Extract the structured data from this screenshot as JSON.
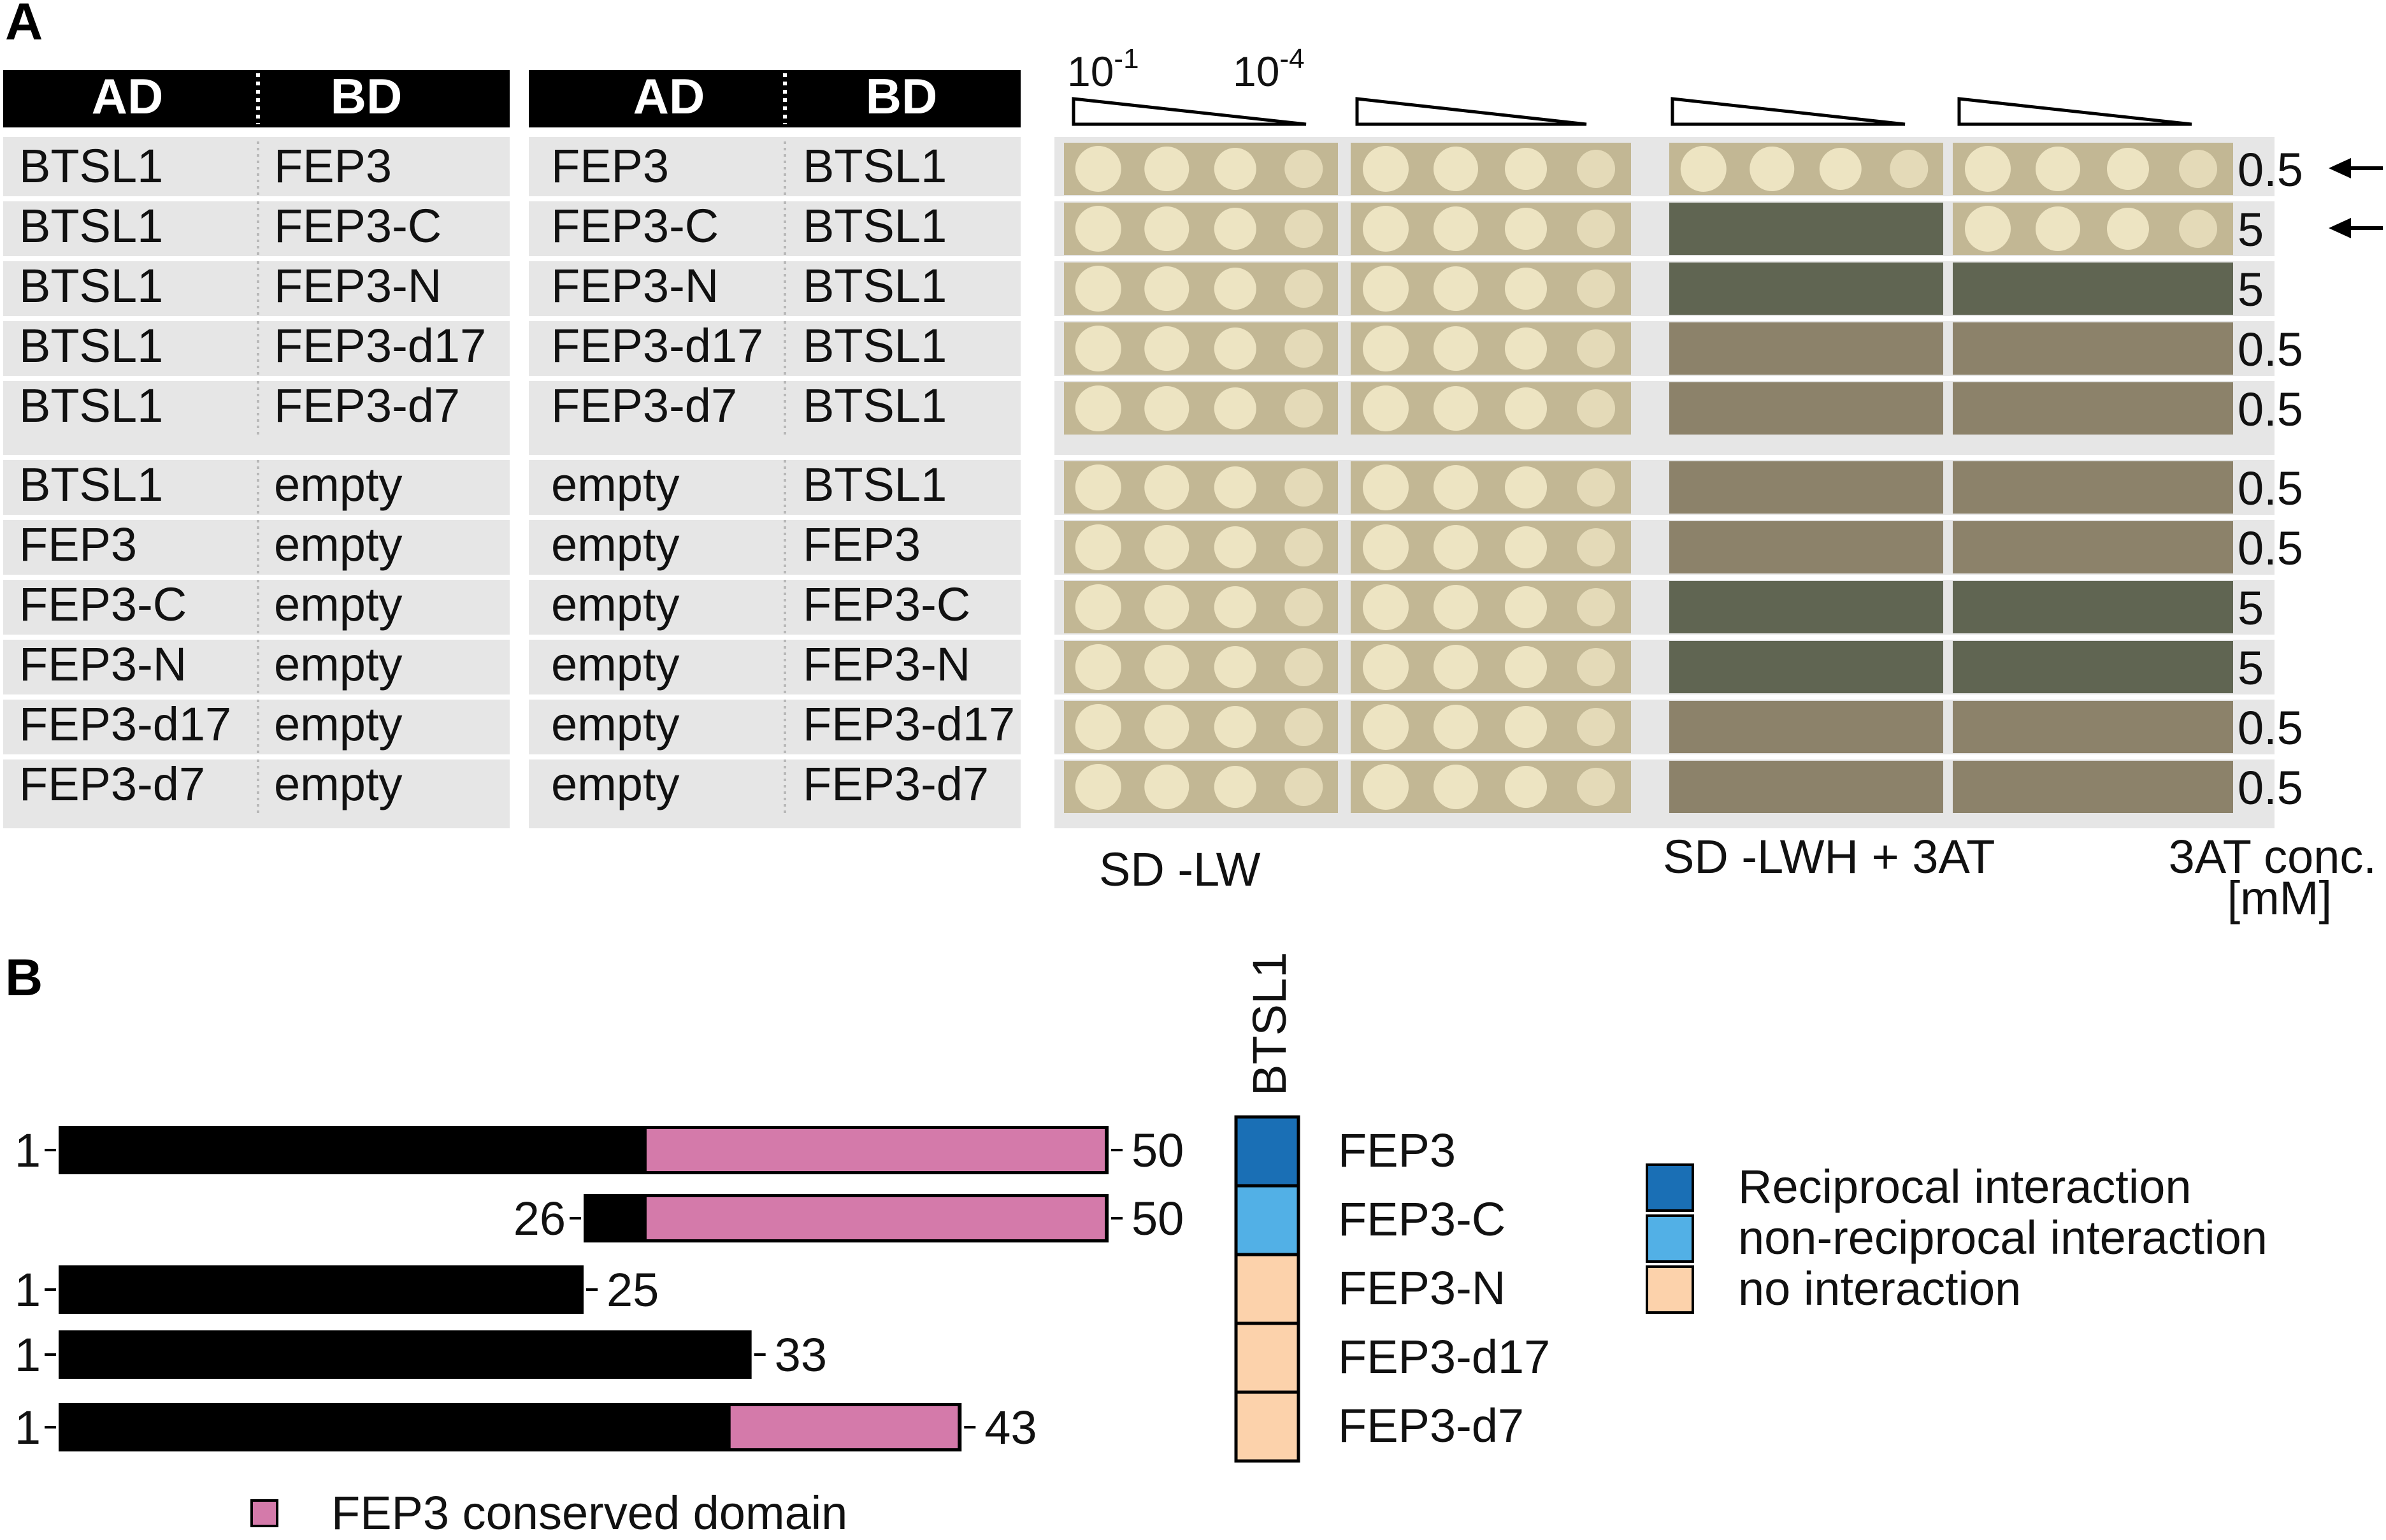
{
  "panel_a": {
    "label": "A",
    "header_left": {
      "ad": "AD",
      "bd": "BD"
    },
    "header_right": {
      "ad": "AD",
      "bd": "BD"
    },
    "dilution_start": "10",
    "dilution_start_exp": "-1",
    "dilution_end": "10",
    "dilution_end_exp": "-4",
    "rows": [
      {
        "ad1": "BTSL1",
        "bd1": "FEP3",
        "ad2": "FEP3",
        "bd2": "BTSL1",
        "conc": "0.5",
        "arrow": true,
        "growth": [
          1,
          1
        ]
      },
      {
        "ad1": "BTSL1",
        "bd1": "FEP3-C",
        "ad2": "FEP3-C",
        "bd2": "BTSL1",
        "conc": "5",
        "arrow": true,
        "growth": [
          0,
          1
        ]
      },
      {
        "ad1": "BTSL1",
        "bd1": "FEP3-N",
        "ad2": "FEP3-N",
        "bd2": "BTSL1",
        "conc": "5",
        "arrow": false,
        "growth": [
          0,
          0
        ]
      },
      {
        "ad1": "BTSL1",
        "bd1": "FEP3-d17",
        "ad2": "FEP3-d17",
        "bd2": "BTSL1",
        "conc": "0.5",
        "arrow": false,
        "growth": [
          0,
          0
        ]
      },
      {
        "ad1": "BTSL1",
        "bd1": "FEP3-d7",
        "ad2": "FEP3-d7",
        "bd2": "BTSL1",
        "conc": "0.5",
        "arrow": false,
        "growth": [
          0,
          0
        ]
      },
      {
        "ad1": "BTSL1",
        "bd1": "empty",
        "ad2": "empty",
        "bd2": "BTSL1",
        "conc": "0.5",
        "arrow": false,
        "growth": [
          0,
          0
        ]
      },
      {
        "ad1": "FEP3",
        "bd1": "empty",
        "ad2": "empty",
        "bd2": "FEP3",
        "conc": "0.5",
        "arrow": false,
        "growth": [
          0,
          0
        ]
      },
      {
        "ad1": "FEP3-C",
        "bd1": "empty",
        "ad2": "empty",
        "bd2": "FEP3-C",
        "conc": "5",
        "arrow": false,
        "growth": [
          0,
          0
        ]
      },
      {
        "ad1": "FEP3-N",
        "bd1": "empty",
        "ad2": "empty",
        "bd2": "FEP3-N",
        "conc": "5",
        "arrow": false,
        "growth": [
          0,
          0
        ]
      },
      {
        "ad1": "FEP3-d17",
        "bd1": "empty",
        "ad2": "empty",
        "bd2": "FEP3-d17",
        "conc": "0.5",
        "arrow": false,
        "growth": [
          0,
          0
        ]
      },
      {
        "ad1": "FEP3-d7",
        "bd1": "empty",
        "ad2": "empty",
        "bd2": "FEP3-d7",
        "conc": "0.5",
        "arrow": false,
        "growth": [
          0,
          0
        ]
      }
    ],
    "sd_lw_label": "SD -LW",
    "sd_lwh_label": "SD -LWH + 3AT",
    "conc_label_1": "3AT conc.",
    "conc_label_2": "[mM]",
    "colors": {
      "plate_light": "#c2b794",
      "plate_dark_a": "#606552",
      "plate_dark_b": "#8c826a",
      "colony": "#efe6c4",
      "row_bg": "#e6e6e6"
    }
  },
  "panel_b": {
    "label": "B",
    "column_header": "BTSL1",
    "constructs": [
      {
        "name": "FEP3",
        "start": 1,
        "end": 50,
        "domain": [
          29,
          50
        ],
        "start_label": "1",
        "end_label": "50",
        "interaction": "reciprocal"
      },
      {
        "name": "FEP3-C",
        "start": 26,
        "end": 50,
        "domain": [
          29,
          50
        ],
        "start_label": "26",
        "end_label": "50",
        "interaction": "non-reciprocal"
      },
      {
        "name": "FEP3-N",
        "start": 1,
        "end": 25,
        "domain": null,
        "start_label": "1",
        "end_label": "25",
        "interaction": "none"
      },
      {
        "name": "FEP3-d17",
        "start": 1,
        "end": 33,
        "domain": null,
        "start_label": "1",
        "end_label": "33",
        "interaction": "none"
      },
      {
        "name": "FEP3-d7",
        "start": 1,
        "end": 43,
        "domain": [
          33,
          43
        ],
        "start_label": "1",
        "end_label": "43",
        "interaction": "none"
      }
    ],
    "legend": [
      {
        "key": "reciprocal",
        "label": "Reciprocal interaction",
        "color": "#1a6fb5"
      },
      {
        "key": "non-reciprocal",
        "label": "non-reciprocal interaction",
        "color": "#52b0e6"
      },
      {
        "key": "none",
        "label": "no interaction",
        "color": "#fcd2ab"
      }
    ],
    "domain_legend": "FEP3 conserved domain",
    "domain_color": "#d47aaa",
    "protein_color": "#000000"
  }
}
